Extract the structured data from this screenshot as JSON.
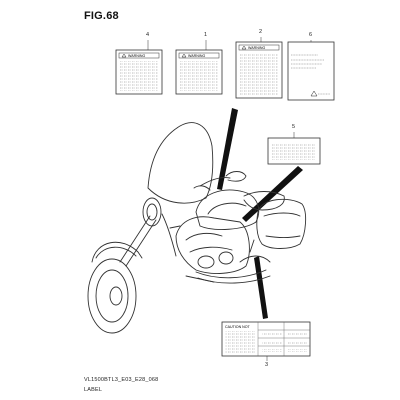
{
  "figure": {
    "title": "FIG.68",
    "code": "VL1500BTL3_E03_E28_068",
    "caption": "LABEL"
  },
  "labels": [
    {
      "callout": "4",
      "header": "WARNING"
    },
    {
      "callout": "1",
      "header": "WARNING"
    },
    {
      "callout": "2",
      "header": "WARNING"
    },
    {
      "callout": "6",
      "header": ""
    },
    {
      "callout": "5",
      "header": ""
    },
    {
      "callout": "3",
      "header": "CAUTION NOT"
    }
  ],
  "illustration": {
    "subject": "motorcycle-outline"
  }
}
